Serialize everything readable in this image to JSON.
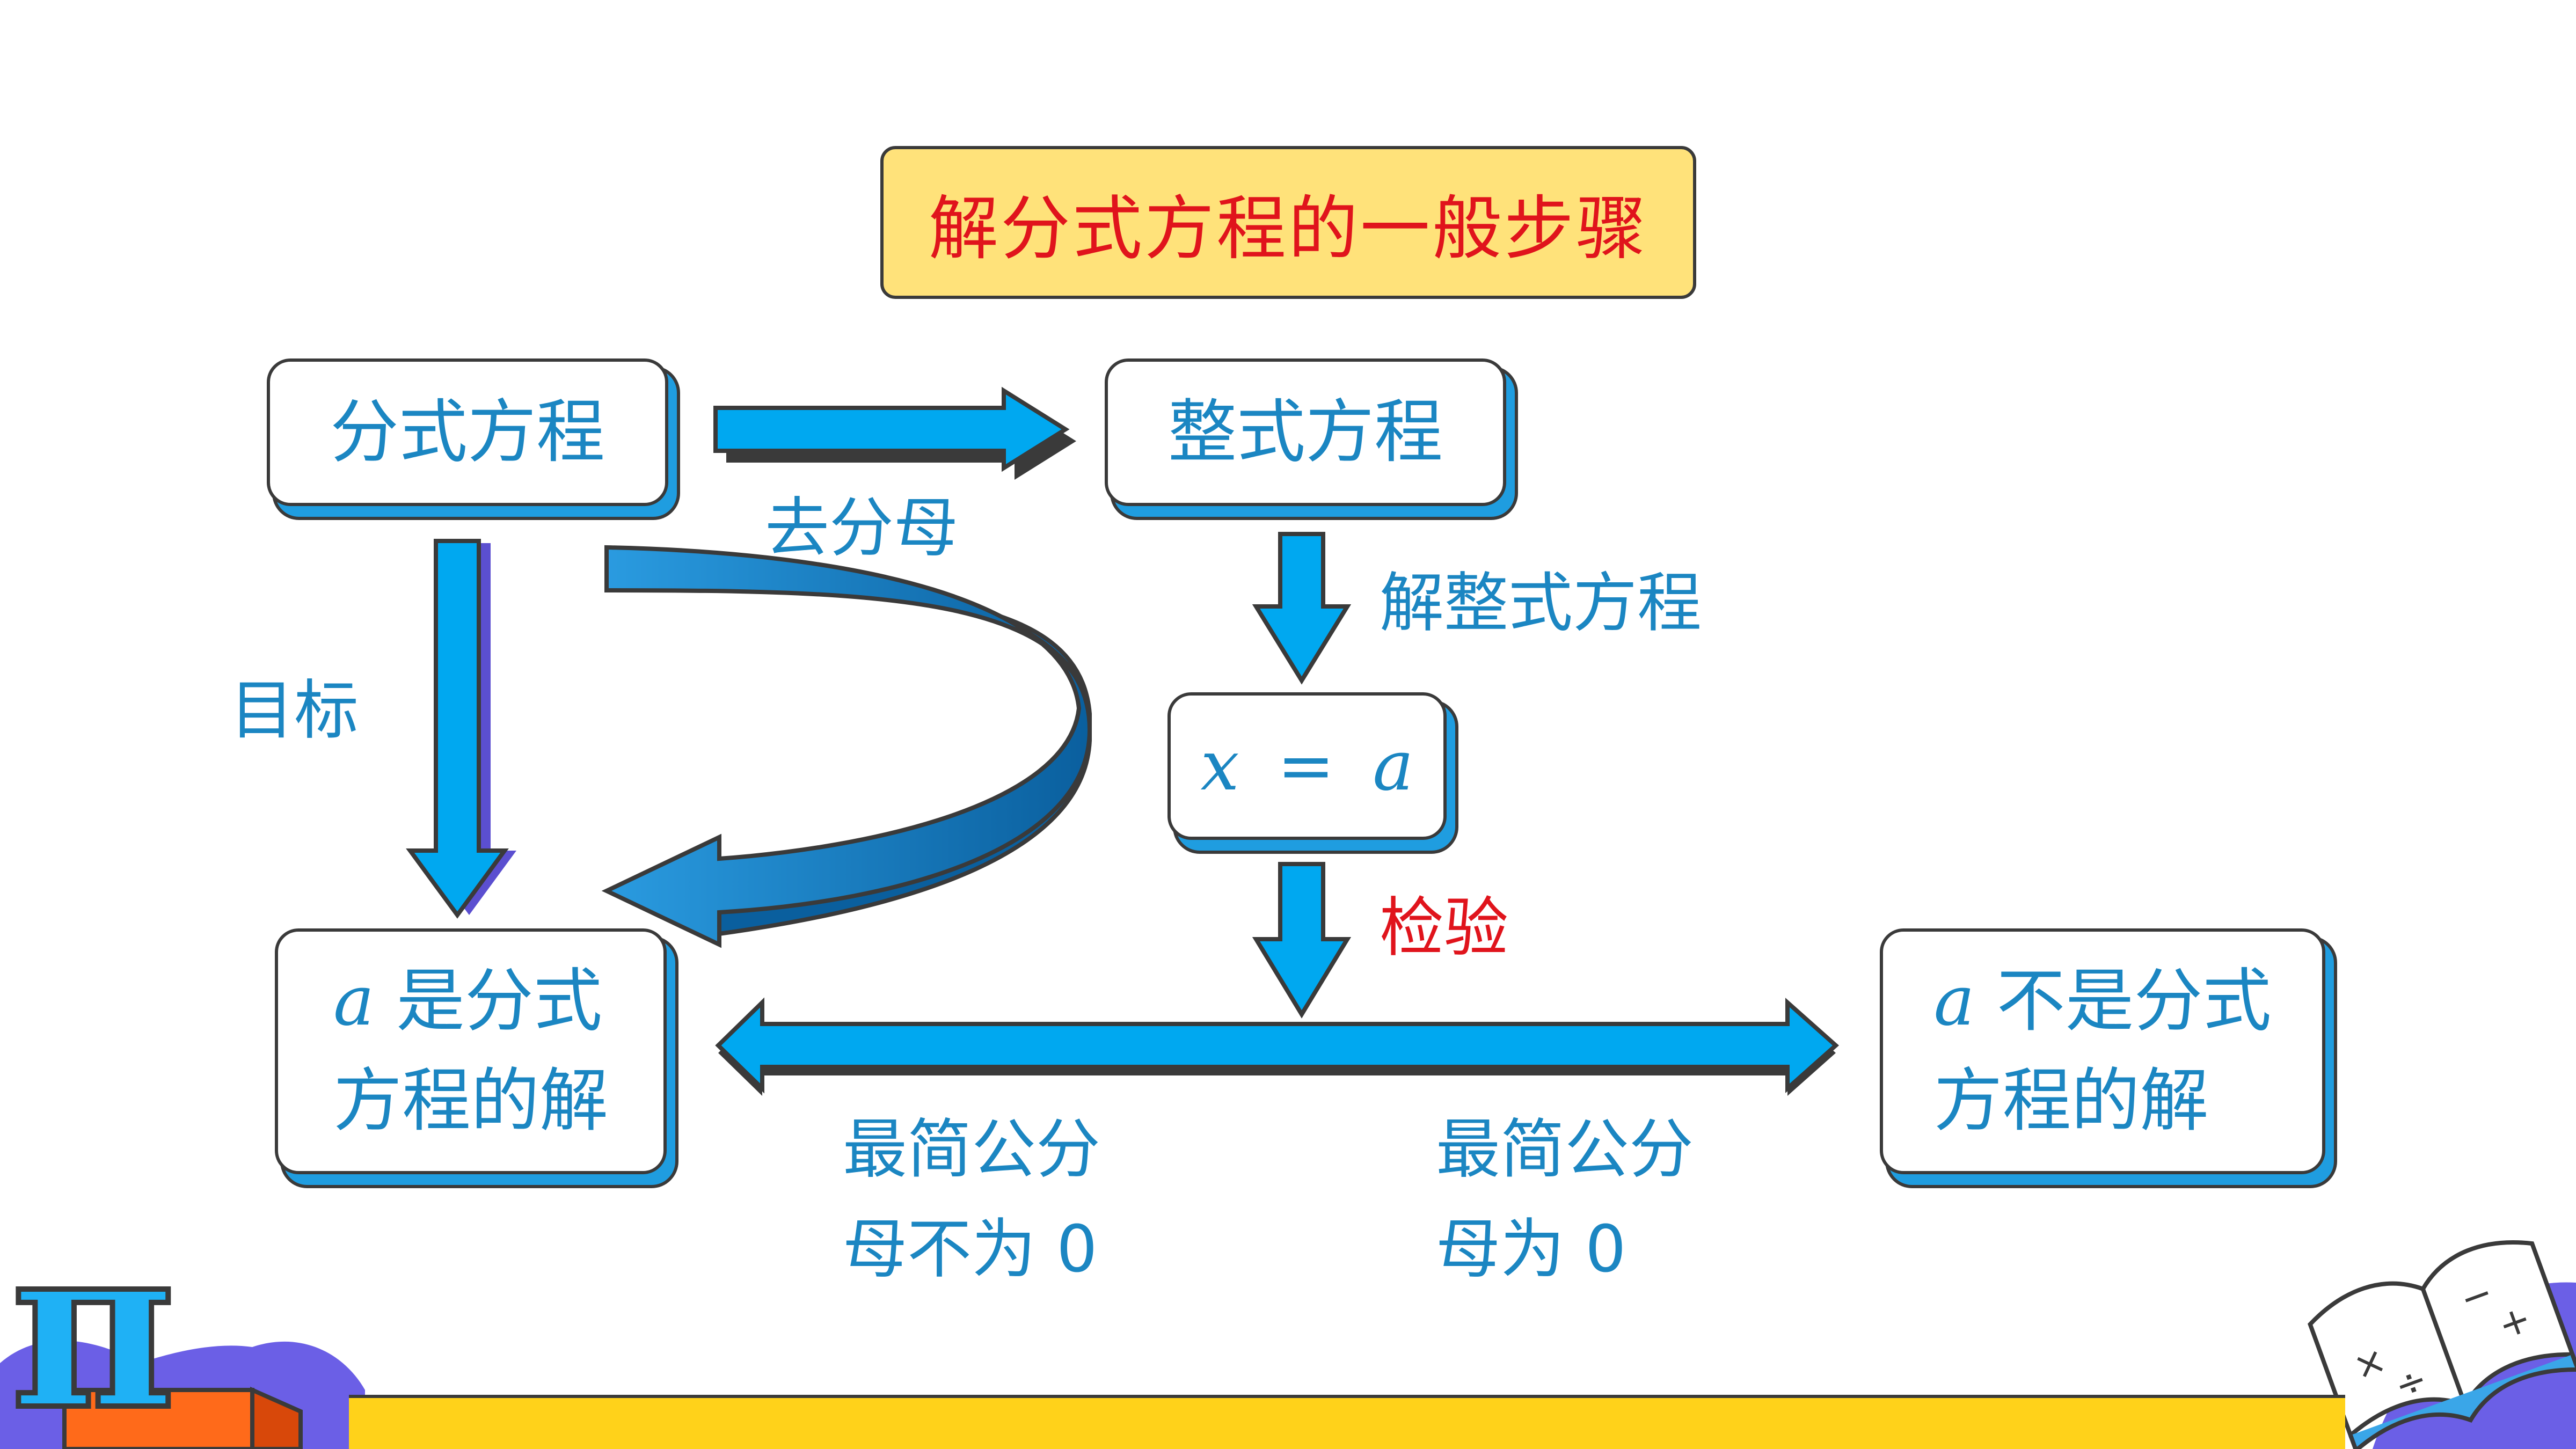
{
  "title": "解分式方程的一般步骤",
  "nodes": {
    "fractional_equation": "分式方程",
    "integral_equation": "整式方程",
    "solution": {
      "var": "x",
      "op": "=",
      "val": "a"
    },
    "is_solution": {
      "var": "a",
      "line1": "是分式",
      "line2": "方程的解"
    },
    "not_solution": {
      "var": "a",
      "line1": "不是分式",
      "line2": "方程的解"
    }
  },
  "edges": {
    "remove_denominator": "去分母",
    "solve_integral": "解整式方程",
    "goal": "目标",
    "check": "检验",
    "lcd_nonzero": {
      "line1": "最简公分",
      "line2": "母不为 0"
    },
    "lcd_zero": {
      "line1": "最简公分",
      "line2": "母为 0"
    }
  },
  "colors": {
    "arrow": "#00a8f0",
    "text": "#1b86c2",
    "title_text": "#e0141c",
    "title_bg": "#ffe27a",
    "check_text": "#e0141c"
  },
  "decor": {
    "pi_glyph": "π",
    "book_icon": "book-icon"
  }
}
